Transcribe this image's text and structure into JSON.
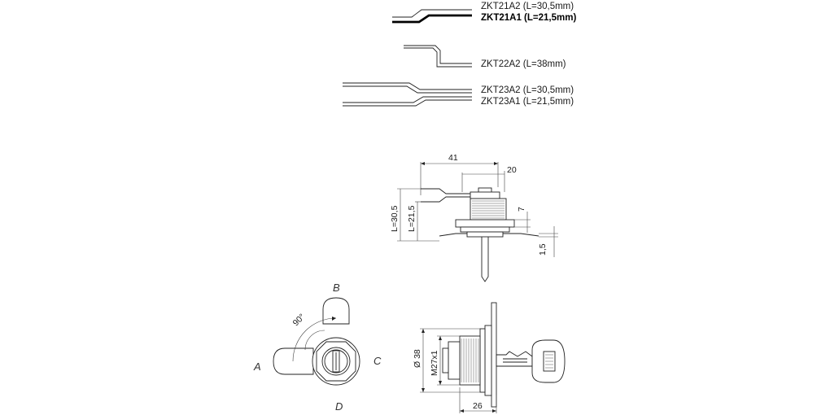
{
  "cams": {
    "zkt21a2": "ZKT21A2 (L=30,5mm)",
    "zkt21a1": "ZKT21A1 (L=21,5mm)",
    "zkt22a2": "ZKT22A2 (L=38mm)",
    "zkt23a2": "ZKT23A2 (L=30,5mm)",
    "zkt23a1": "ZKT23A1 (L=21,5mm)"
  },
  "side_view": {
    "dim_41": "41",
    "dim_20": "20",
    "dim_7": "7",
    "dim_L305": "L=30,5",
    "dim_L215": "L=21,5",
    "dim_15": "1,5"
  },
  "front_view": {
    "pos_a": "A",
    "pos_b": "B",
    "pos_c": "C",
    "pos_d": "D",
    "angle": "90°"
  },
  "section_view": {
    "dim_38": "Ø 38",
    "dim_m27": "M27x1",
    "dim_26": "26"
  }
}
